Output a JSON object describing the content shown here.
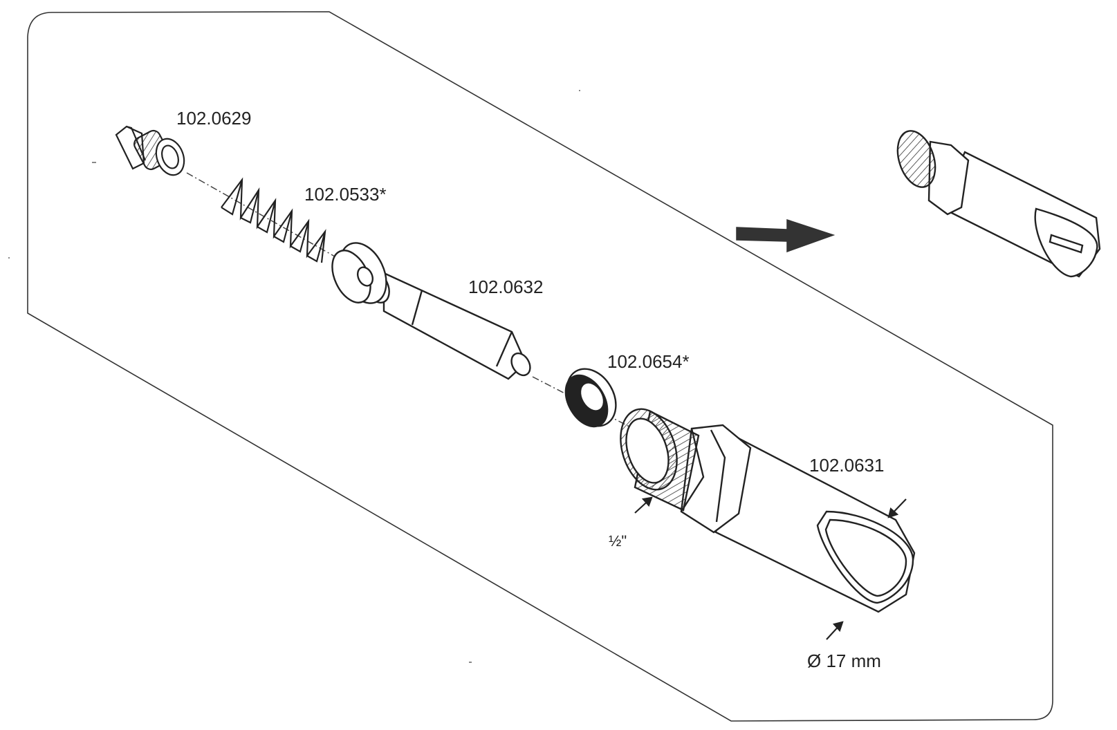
{
  "parts": [
    {
      "id": "valve-pin",
      "code": "102.0629"
    },
    {
      "id": "spring",
      "code": "102.0533*"
    },
    {
      "id": "stem",
      "code": "102.0632"
    },
    {
      "id": "seal-ring",
      "code": "102.0654*"
    },
    {
      "id": "nipple-body",
      "code": "102.0631"
    }
  ],
  "dimensions": {
    "thread": "½\"",
    "diameter": "Ø 17 mm"
  }
}
